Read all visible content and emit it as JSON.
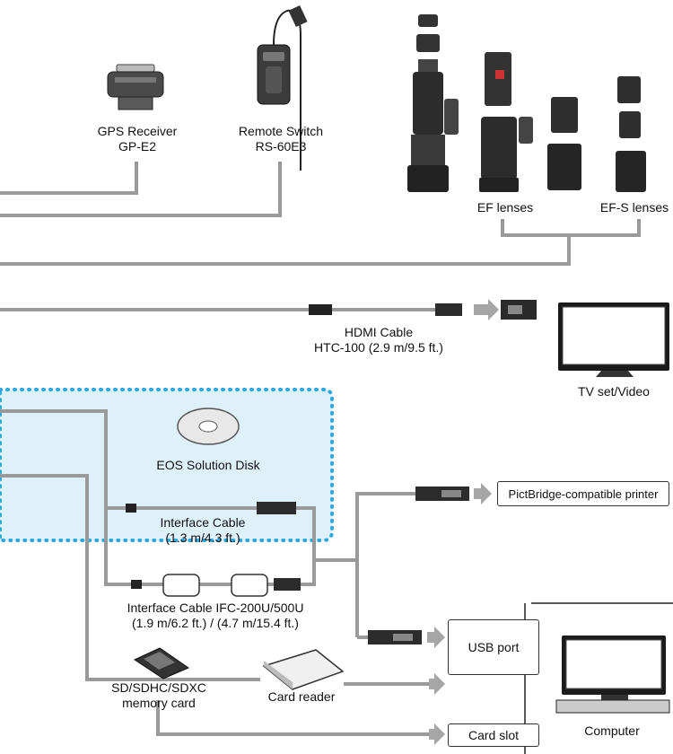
{
  "accessories": {
    "gps": {
      "line1": "GPS Receiver",
      "line2": "GP-E2"
    },
    "remote": {
      "line1": "Remote Switch",
      "line2": "RS-60E3"
    },
    "ef_lenses": "EF lenses",
    "efs_lenses": "EF-S lenses"
  },
  "hdmi": {
    "line1": "HDMI Cable",
    "line2": "HTC-100 (2.9 m/9.5 ft.)",
    "tv": "TV set/Video"
  },
  "software": {
    "disk": "EOS Solution Disk"
  },
  "interface_cable": {
    "line1": "Interface Cable",
    "line2": "(1.3 m/4.3 ft.)"
  },
  "interface_cable_long": {
    "line1": "Interface Cable IFC-200U/500U",
    "line2": "(1.9 m/6.2 ft.) / (4.7 m/15.4 ft.)"
  },
  "printer": "PictBridge-compatible printer",
  "memory": {
    "line1": "SD/SDHC/SDXC",
    "line2": "memory card",
    "reader": "Card reader"
  },
  "computer": {
    "usb_port": "USB port",
    "card_slot": "Card slot",
    "label": "Computer"
  },
  "colors": {
    "line": "#9a9a9a",
    "highlight_bg": "#def0fa",
    "highlight_border": "#29a9e0",
    "arrow": "#a6a6a6"
  }
}
